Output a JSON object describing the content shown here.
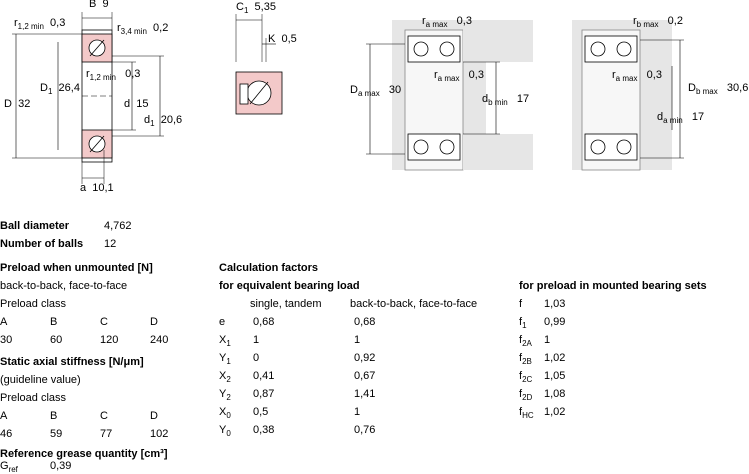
{
  "dims": {
    "B": "B",
    "B_val": "9",
    "r12": "r",
    "r12_sub": "1,2 min",
    "r12_val": "0,3",
    "r34": "r",
    "r34_sub": "3,4 min",
    "r34_val": "0,2",
    "D1": "D",
    "D1_sub": "1",
    "D1_val": "26,4",
    "r12b": "r",
    "r12b_sub": "1,2 min",
    "r12b_val": "0,3",
    "D": "D",
    "D_val": "32",
    "d": "d",
    "d_val": "15",
    "d1": "d",
    "d1_sub": "1",
    "d1_val": "20,6",
    "a": "a",
    "a_val": "10,1",
    "C1": "C",
    "C1_sub": "1",
    "C1_val": "5,35",
    "K": "K",
    "K_val": "0,5",
    "ra1": "r",
    "ra1_sub": "a max",
    "ra1_val": "0,3",
    "ra2": "r",
    "ra2_sub": "a max",
    "ra2_val": "0,3",
    "Da": "D",
    "Da_sub": "a max",
    "Da_val": "30",
    "db": "d",
    "db_sub": "b min",
    "db_val": "17",
    "rb": "r",
    "rb_sub": "b max",
    "rb_val": "0,2",
    "ra3": "r",
    "ra3_sub": "a max",
    "ra3_val": "0,3",
    "Db": "D",
    "Db_sub": "b max",
    "Db_val": "30,6",
    "da": "d",
    "da_sub": "a min",
    "da_val": "17"
  },
  "ball": {
    "diameter_label": "Ball diameter",
    "diameter_val": "4,762",
    "number_label": "Number of balls",
    "number_val": "12"
  },
  "preload": {
    "heading": "Preload when unmounted [N]",
    "arrangement": "back-to-back, face-to-face",
    "class_label": "Preload class",
    "classes": [
      "A",
      "B",
      "C",
      "D"
    ],
    "values": [
      "30",
      "60",
      "120",
      "240"
    ]
  },
  "stiffness": {
    "heading": "Static axial stiffness [N/μm]",
    "note": "(guideline value)",
    "class_label": "Preload class",
    "classes": [
      "A",
      "B",
      "C",
      "D"
    ],
    "values": [
      "46",
      "59",
      "77",
      "102"
    ]
  },
  "grease": {
    "heading": "Reference grease quantity [cm³]",
    "label": "G",
    "label_sub": "ref",
    "value": "0,39"
  },
  "calc": {
    "heading1": "Calculation factors",
    "heading2": "for equivalent bearing load",
    "col1": "single, tandem",
    "col2": "back-to-back, face-to-face",
    "rows": [
      {
        "sym": "e",
        "sub": "",
        "v1": "0,68",
        "v2": "0,68"
      },
      {
        "sym": "X",
        "sub": "1",
        "v1": "1",
        "v2": "1"
      },
      {
        "sym": "Y",
        "sub": "1",
        "v1": "0",
        "v2": "0,92"
      },
      {
        "sym": "X",
        "sub": "2",
        "v1": "0,41",
        "v2": "0,67"
      },
      {
        "sym": "Y",
        "sub": "2",
        "v1": "0,87",
        "v2": "1,41"
      },
      {
        "sym": "X",
        "sub": "0",
        "v1": "0,5",
        "v2": "1"
      },
      {
        "sym": "Y",
        "sub": "0",
        "v1": "0,38",
        "v2": "0,76"
      }
    ]
  },
  "mounted": {
    "heading": "for preload in mounted bearing sets",
    "rows": [
      {
        "sym": "f",
        "sub": "",
        "val": "1,03"
      },
      {
        "sym": "f",
        "sub": "1",
        "val": "0,99"
      },
      {
        "sym": "f",
        "sub": "2A",
        "val": "1"
      },
      {
        "sym": "f",
        "sub": "2B",
        "val": "1,02"
      },
      {
        "sym": "f",
        "sub": "2C",
        "val": "1,05"
      },
      {
        "sym": "f",
        "sub": "2D",
        "val": "1,08"
      },
      {
        "sym": "f",
        "sub": "HC",
        "val": "1,02"
      }
    ]
  }
}
